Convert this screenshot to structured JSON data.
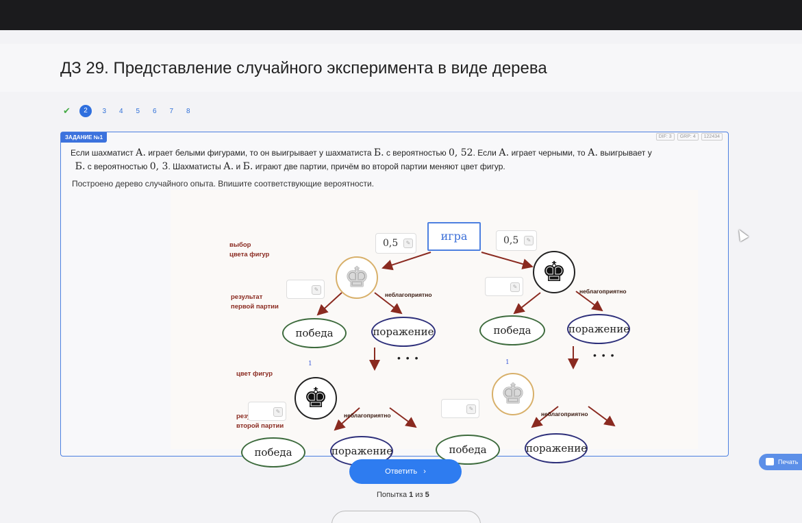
{
  "page": {
    "title": "ДЗ 29. Представление случайного эксперимента в виде дерева"
  },
  "steps": {
    "done_icon": "check-icon",
    "items": [
      "2",
      "3",
      "4",
      "5",
      "6",
      "7",
      "8"
    ],
    "active": "2"
  },
  "task": {
    "tag": "ЗАДАНИЕ №1",
    "meta": [
      "DIF: 3",
      "GRP: 4",
      "122434"
    ],
    "line1_a": "Если шахматист",
    "A": "А.",
    "line1_b": "играет белыми фигурами, то он выигрывает у шахматиста",
    "B": "Б.",
    "line1_c": "с вероятностью",
    "p1": "0, 52",
    "line1_d": ". Если",
    "line1_e": "играет черными, то",
    "line1_f": "выигрывает у",
    "line2_a": "с вероятностью",
    "p2": "0, 3",
    "line2_b": ". Шахматисты",
    "line2_c": "и",
    "line2_d": "играют две партии, причём во второй партии меняют цвет фигур.",
    "instruction": "Построено дерево случайного опыта. Впишите соответствующие вероятности."
  },
  "tree": {
    "root": "игра",
    "root_probs": [
      "0,5",
      "0,5"
    ],
    "row_labels": {
      "color": [
        "выбор",
        "цвета фигур"
      ],
      "first": [
        "результат",
        "первой партии"
      ],
      "pieces": "цвет фигур",
      "second": [
        "результат",
        "второй партии"
      ]
    },
    "unfavorable": "неблагоприятно",
    "win": "победа",
    "loss": "поражение",
    "one": "1",
    "dots": "• • •",
    "answer_badge": "edit-icon"
  },
  "actions": {
    "answer_label": "Ответить",
    "answer_arrow": "›",
    "attempt_prefix": "Попытка",
    "attempt_current": "1",
    "attempt_mid": "из",
    "attempt_total": "5",
    "print_label": "Печать"
  },
  "colors": {
    "accent": "#2e7cf0",
    "win_border": "#3d6b3d",
    "loss_border": "#2d2f7a",
    "arrow": "#8a2a20"
  }
}
